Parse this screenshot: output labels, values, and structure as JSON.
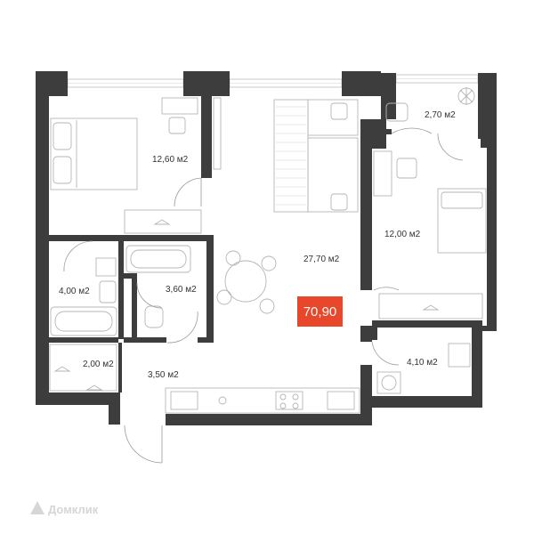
{
  "rooms": {
    "bedroom_1": "12,60 м2",
    "balcony": "2,70 м2",
    "bedroom_2": "12,00 м2",
    "living": "27,70 м2",
    "bathroom": "4,00 м2",
    "toilet": "3,60 м2",
    "closet": "2,00 м2",
    "hall": "3,50 м2",
    "laundry": "4,10 м2"
  },
  "total_area": "70,90",
  "watermark": "Домклик",
  "colors": {
    "wall": "#3d3d3d",
    "accent": "#e8472b",
    "furniture": "#b5b5b5"
  }
}
